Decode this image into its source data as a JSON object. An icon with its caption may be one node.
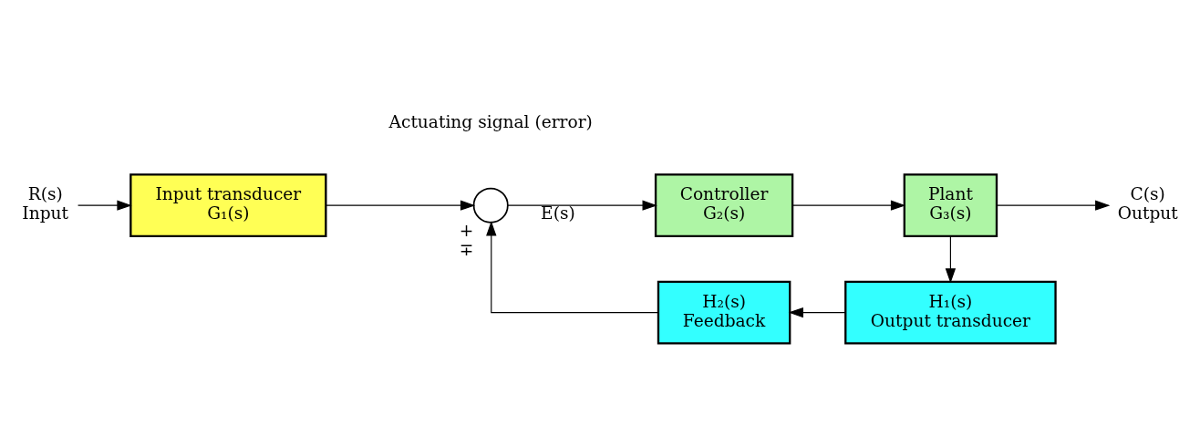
{
  "diagram": {
    "nodes": [
      {
        "text": [
          "Input transducer",
          "G₁(s)"
        ]
      },
      {
        "text": [],
        "shape": "circle",
        "beside": [
          "+",
          "∓"
        ]
      },
      {
        "text": [
          "Controller",
          "G₂(s)"
        ]
      },
      {
        "text": [
          "Plant",
          "G₃(s)"
        ]
      },
      {
        "text": [
          "H₁(s)",
          "Output transducer"
        ]
      },
      {
        "text": [
          "H₂(s)",
          "Feedback"
        ]
      },
      {
        "text": [
          "R(s)",
          "Input"
        ]
      },
      {
        "text": [
          "C(s)",
          "Output"
        ]
      }
    ],
    "edges": [
      {
        "from": 6,
        "to": 0,
        "arrow": "to"
      },
      {
        "from": 0,
        "to": 1,
        "arrow": "to"
      },
      {
        "from": 1,
        "to": 2,
        "arrow": "to",
        "label": "E(s)"
      },
      {
        "from": 2,
        "to": 3,
        "arrow": "to"
      },
      {
        "from": 3,
        "to": 7,
        "arrow": "to"
      },
      {
        "from": 3,
        "to": 4,
        "arrow": "to"
      },
      {
        "from": 4,
        "to": 5,
        "arrow": "to"
      },
      {
        "from": 5,
        "to": 1,
        "arrow": "to"
      }
    ],
    "labels": [
      "Actuating signal (error)"
    ]
  }
}
